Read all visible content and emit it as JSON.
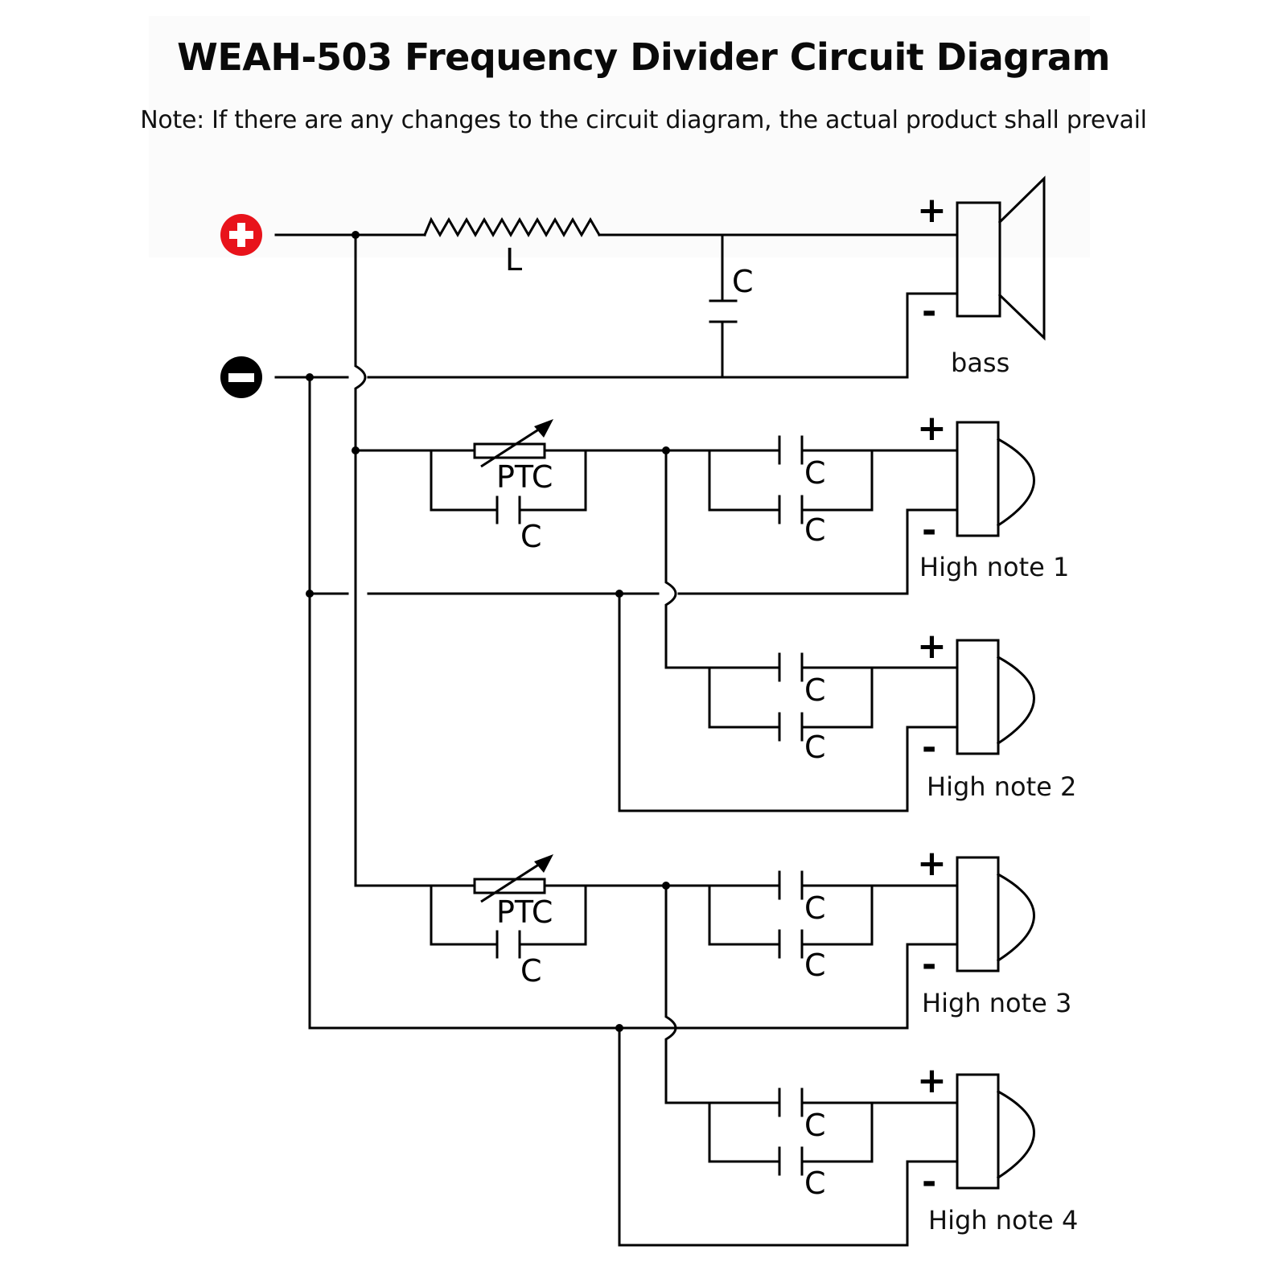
{
  "header": {
    "title": "WEAH-503 Frequency Divider Circuit Diagram",
    "note": "Note: If there are any changes to the circuit diagram, the actual product shall prevail"
  },
  "terminals": {
    "positive": {
      "icon": "plus-circle-icon",
      "color": "#e8131b"
    },
    "negative": {
      "icon": "minus-circle-icon",
      "color": "#000000"
    }
  },
  "components": {
    "inductor_label": "L",
    "capacitor_label": "C",
    "ptc_label": "PTC"
  },
  "polarity": {
    "plus": "+",
    "minus": "-"
  },
  "speakers": [
    {
      "id": "bass",
      "label": "bass",
      "type": "woofer"
    },
    {
      "id": "high1",
      "label": "High note 1",
      "type": "tweeter"
    },
    {
      "id": "high2",
      "label": "High note 2",
      "type": "tweeter"
    },
    {
      "id": "high3",
      "label": "High note 3",
      "type": "tweeter"
    },
    {
      "id": "high4",
      "label": "High note 4",
      "type": "tweeter"
    }
  ]
}
